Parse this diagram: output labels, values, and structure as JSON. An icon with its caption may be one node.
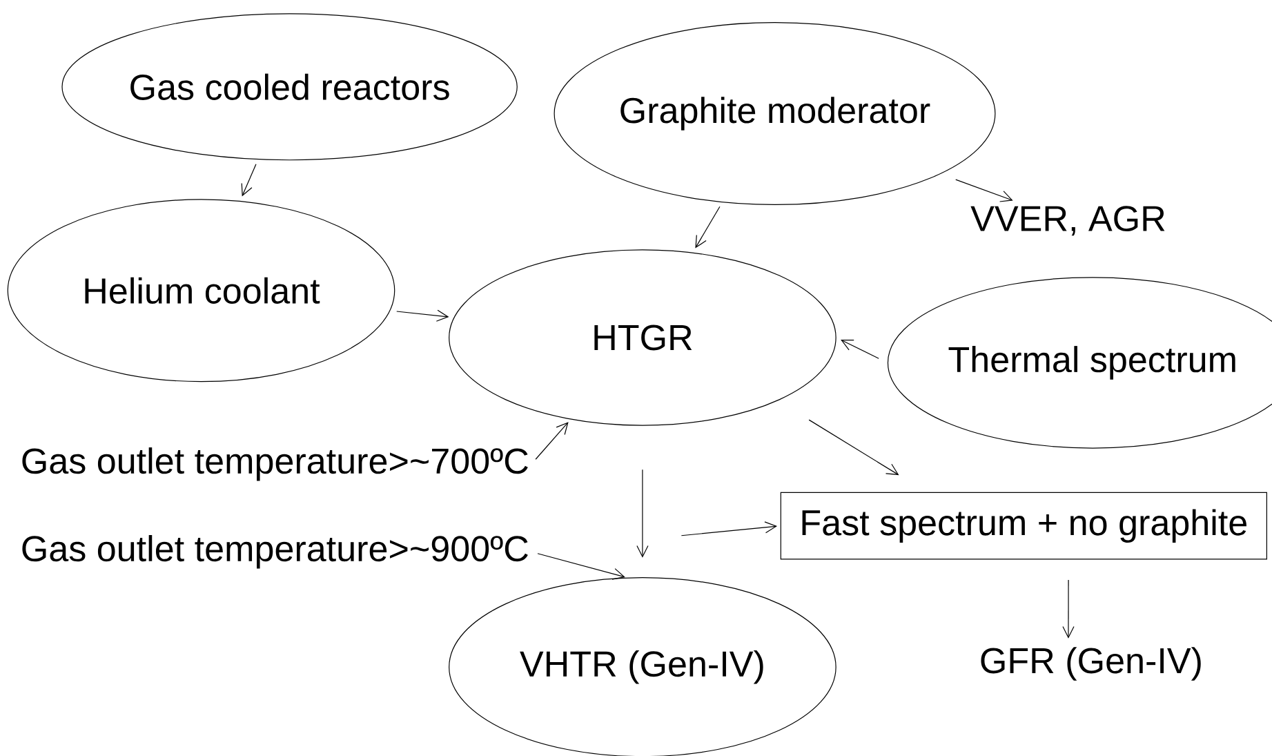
{
  "diagram": {
    "nodes": [
      {
        "text": [
          "Gas cooled reactors"
        ]
      },
      {
        "text": [
          "Graphite moderator"
        ]
      },
      {
        "text": [
          "VVER, AGR"
        ]
      },
      {
        "text": [
          "Helium coolant"
        ]
      },
      {
        "text": [
          "HTGR"
        ]
      },
      {
        "text": [
          "Thermal spectrum"
        ]
      },
      {
        "text": [
          "Gas outlet temperature>~700ºC"
        ]
      },
      {
        "text": [
          "Gas outlet temperature>~900ºC"
        ]
      },
      {
        "text": [
          "Fast spectrum + no graphite"
        ]
      },
      {
        "text": [
          "VHTR (Gen-IV)"
        ]
      },
      {
        "text": [
          "GFR (Gen-IV)"
        ]
      }
    ],
    "edges": [
      {
        "from": 0,
        "to": 3,
        "arrow": "to"
      },
      {
        "from": 1,
        "to": 2,
        "arrow": "to"
      },
      {
        "from": 1,
        "to": 4,
        "arrow": "to"
      },
      {
        "from": 3,
        "to": 4,
        "arrow": "to"
      },
      {
        "from": 5,
        "to": 4,
        "arrow": "to"
      },
      {
        "from": 6,
        "to": 4,
        "arrow": "to"
      },
      {
        "from": 4,
        "to": 8,
        "arrow": "to"
      },
      {
        "from": 4,
        "to": 9,
        "arrow": "to"
      },
      {
        "from": null,
        "to": 8,
        "arrow": "to"
      },
      {
        "from": 7,
        "to": 9,
        "arrow": "to"
      },
      {
        "from": 8,
        "to": 10,
        "arrow": "to"
      }
    ]
  }
}
